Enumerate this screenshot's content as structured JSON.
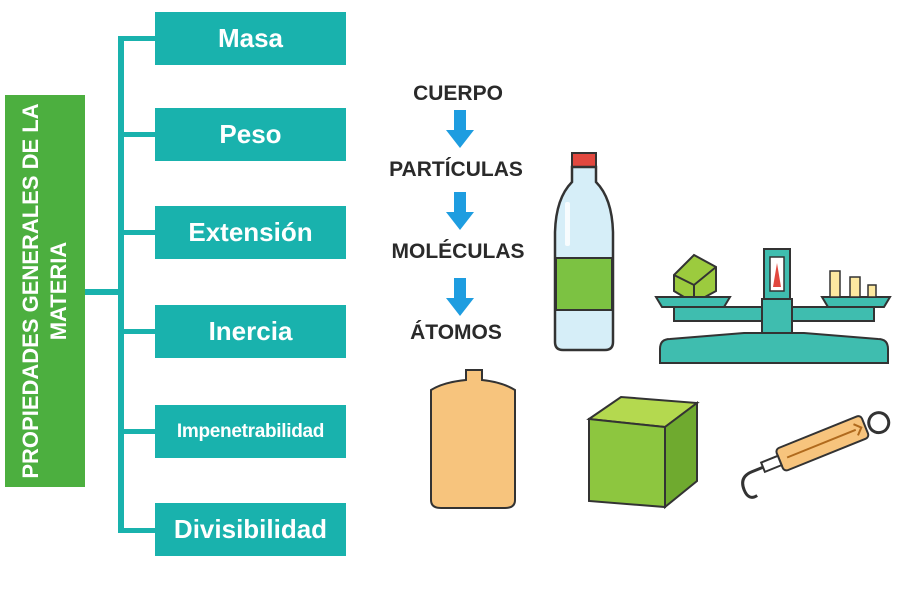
{
  "diagram_title": "PROPIEDADES GENERALES DE LA MATERIA",
  "properties": [
    "Masa",
    "Peso",
    "Extensión",
    "Inercia",
    "Impenetrabilidad",
    "Divisibilidad"
  ],
  "composition_chain": [
    "CUERPO",
    "PARTÍCULAS",
    "MOLÉCULAS",
    "ÁTOMOS"
  ],
  "colors": {
    "property_box": "#19b2ad",
    "title_box": "#4caf3f",
    "arrow": "#1e9de0",
    "cube": "#8dc63f",
    "balance": "#3fbdaf",
    "container": "#f7c47d"
  },
  "illustrations": [
    "bottle-icon",
    "balance-scale-icon",
    "container-icon",
    "cube-icon",
    "spring-scale-icon"
  ]
}
